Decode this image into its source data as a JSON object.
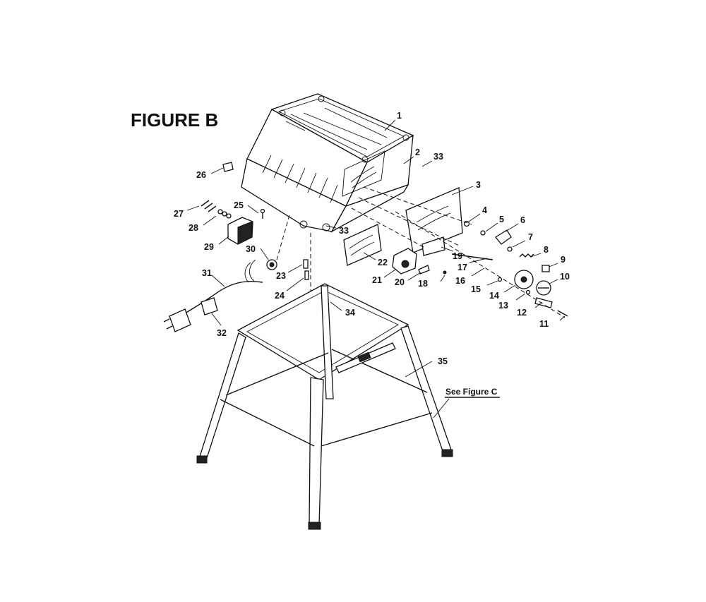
{
  "figure_title": "FIGURE B",
  "see_note": "See Figure C",
  "callouts": [
    {
      "id": "c1",
      "text": "1"
    },
    {
      "id": "c2",
      "text": "2"
    },
    {
      "id": "c33a",
      "text": "33"
    },
    {
      "id": "c3",
      "text": "3"
    },
    {
      "id": "c4",
      "text": "4"
    },
    {
      "id": "c5",
      "text": "5"
    },
    {
      "id": "c6",
      "text": "6"
    },
    {
      "id": "c7",
      "text": "7"
    },
    {
      "id": "c8",
      "text": "8"
    },
    {
      "id": "c9",
      "text": "9"
    },
    {
      "id": "c10",
      "text": "10"
    },
    {
      "id": "c11",
      "text": "11"
    },
    {
      "id": "c12",
      "text": "12"
    },
    {
      "id": "c13",
      "text": "13"
    },
    {
      "id": "c14",
      "text": "14"
    },
    {
      "id": "c15",
      "text": "15"
    },
    {
      "id": "c16",
      "text": "16"
    },
    {
      "id": "c17",
      "text": "17"
    },
    {
      "id": "c18",
      "text": "18"
    },
    {
      "id": "c19",
      "text": "19"
    },
    {
      "id": "c20",
      "text": "20"
    },
    {
      "id": "c21",
      "text": "21"
    },
    {
      "id": "c22",
      "text": "22"
    },
    {
      "id": "c23",
      "text": "23"
    },
    {
      "id": "c24",
      "text": "24"
    },
    {
      "id": "c25",
      "text": "25"
    },
    {
      "id": "c26",
      "text": "26"
    },
    {
      "id": "c27",
      "text": "27"
    },
    {
      "id": "c28",
      "text": "28"
    },
    {
      "id": "c29",
      "text": "29"
    },
    {
      "id": "c30",
      "text": "30"
    },
    {
      "id": "c31",
      "text": "31"
    },
    {
      "id": "c32",
      "text": "32"
    },
    {
      "id": "c33b",
      "text": "33"
    },
    {
      "id": "c34",
      "text": "34"
    },
    {
      "id": "c35",
      "text": "35"
    }
  ]
}
